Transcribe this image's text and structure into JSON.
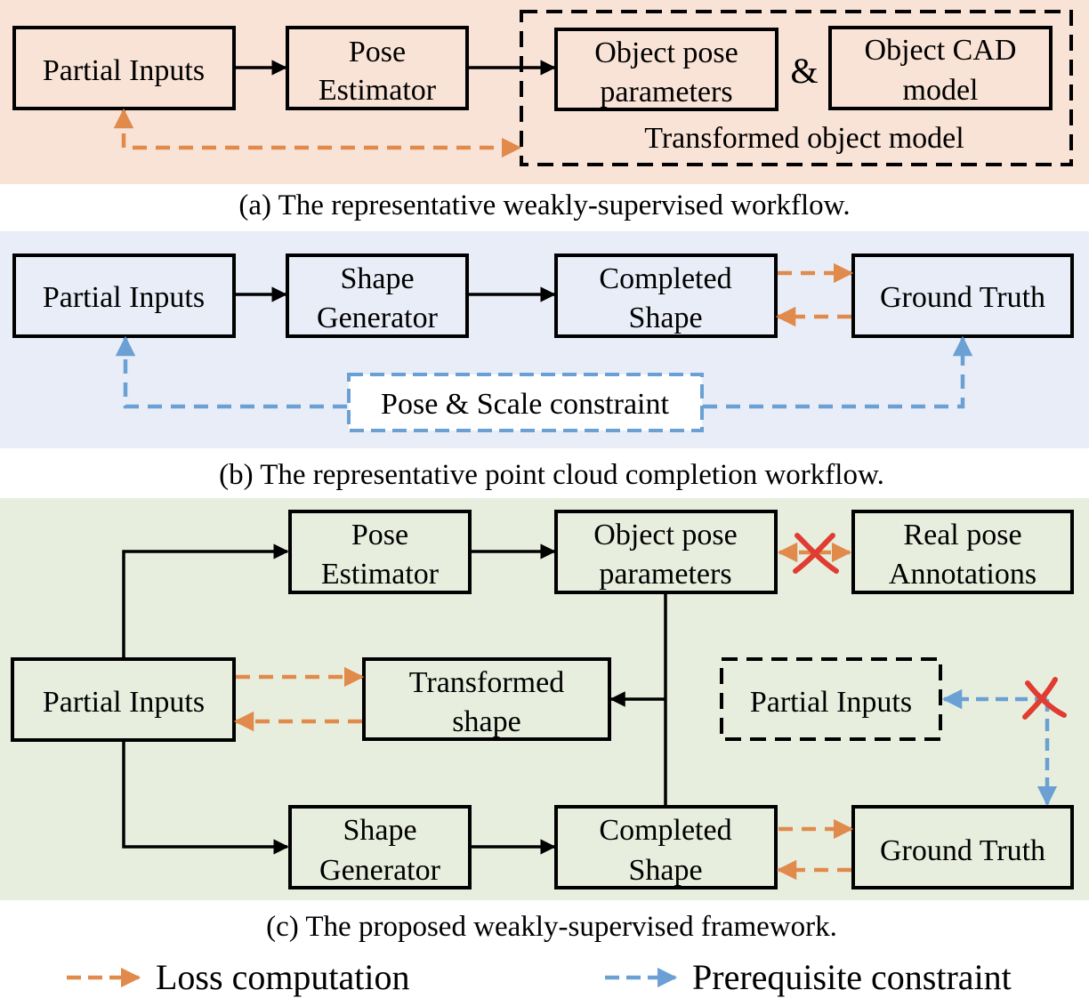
{
  "colors": {
    "panel_a_bg": "#f9e3d6",
    "panel_b_bg": "#e9edf7",
    "panel_c_bg": "#e8eede",
    "loss_arrow": "#e08a4c",
    "constraint_arrow": "#6aa0d4",
    "cross": "#e03c32"
  },
  "panel_a": {
    "partial_inputs": "Partial Inputs",
    "pose_estimator": [
      "Pose",
      "Estimator"
    ],
    "object_pose_parameters": [
      "Object pose",
      "parameters"
    ],
    "ampersand": "&",
    "object_cad_model": [
      "Object CAD",
      "model"
    ],
    "transformed_object_model": "Transformed object model",
    "caption": "(a) The representative weakly-supervised workflow."
  },
  "panel_b": {
    "partial_inputs": "Partial Inputs",
    "shape_generator": [
      "Shape",
      "Generator"
    ],
    "completed_shape": [
      "Completed",
      "Shape"
    ],
    "ground_truth": "Ground Truth",
    "constraint": "Pose & Scale constraint",
    "caption": "(b) The representative point cloud completion workflow."
  },
  "panel_c": {
    "pose_estimator": [
      "Pose",
      "Estimator"
    ],
    "object_pose_parameters": [
      "Object pose",
      "parameters"
    ],
    "real_pose_annotations": [
      "Real pose",
      "Annotations"
    ],
    "partial_inputs": "Partial Inputs",
    "transformed_shape": [
      "Transformed",
      "shape"
    ],
    "partial_inputs_dashed": "Partial Inputs",
    "shape_generator": [
      "Shape",
      "Generator"
    ],
    "completed_shape": [
      "Completed",
      "Shape"
    ],
    "ground_truth": "Ground Truth",
    "caption": "(c) The proposed weakly-supervised framework."
  },
  "legend": {
    "loss": "Loss computation",
    "constraint": "Prerequisite constraint"
  }
}
